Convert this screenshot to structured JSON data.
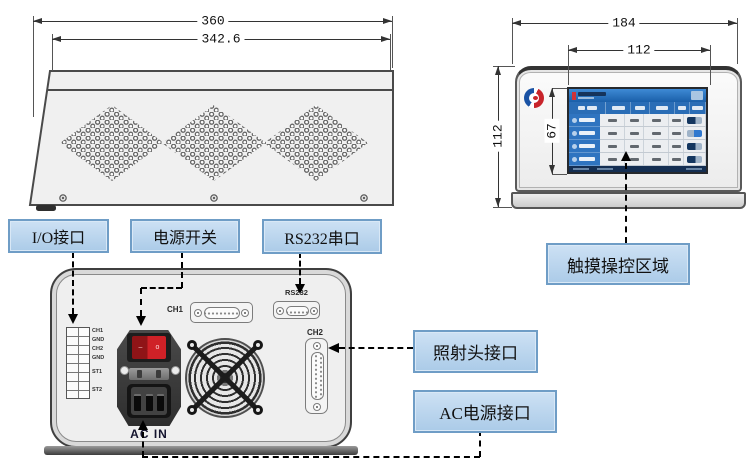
{
  "side_view": {
    "dim_outer_width": "360",
    "dim_inner_width": "342.6"
  },
  "front_view": {
    "dim_outer_width": "184",
    "dim_screen_width": "112",
    "dim_outer_height": "112",
    "dim_screen_height": "67"
  },
  "rear_view": {
    "ch1_label": "CH1",
    "rs232_label": "RS232",
    "ch2_label": "CH2",
    "ac_in_label": "AC IN",
    "terminal_labels": [
      "CH1",
      "GND",
      "CH2",
      "GND",
      "ST1",
      "ST2"
    ]
  },
  "callouts": {
    "io": "I/O接口",
    "power": "电源开关",
    "rs232": "RS232串口",
    "touch": "触摸操控区域",
    "head": "照射头接口",
    "ac": "AC电源接口"
  },
  "colors": {
    "callout_fill": "#b9d5ee",
    "callout_border": "#6f9dc6",
    "screen_blue": "#2a6db6",
    "logo_blue": "#1a53a5",
    "logo_red": "#c8242b"
  }
}
